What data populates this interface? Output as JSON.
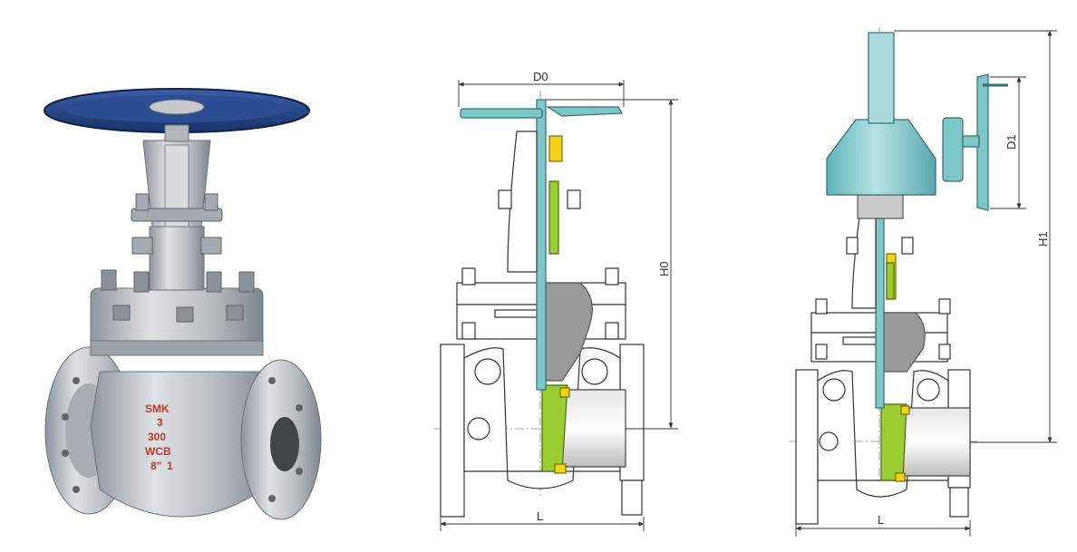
{
  "photo": {
    "casting_marks": [
      "SMK",
      "3",
      "300",
      "WCB",
      "8\"",
      "1"
    ]
  },
  "drawing_left": {
    "dimensions": {
      "width_top": "D0",
      "height": "H0",
      "length": "L"
    }
  },
  "drawing_right": {
    "dimensions": {
      "handwheel": "D1",
      "height": "H1",
      "length": "L"
    }
  },
  "colors": {
    "handwheel_blue": "#1f3d7a",
    "body_grey": "#b9bdc2",
    "teal": "#7fc6c9",
    "green": "#9acd32",
    "yellow": "#f2d21b",
    "section_grey": "#9a9a9a"
  }
}
